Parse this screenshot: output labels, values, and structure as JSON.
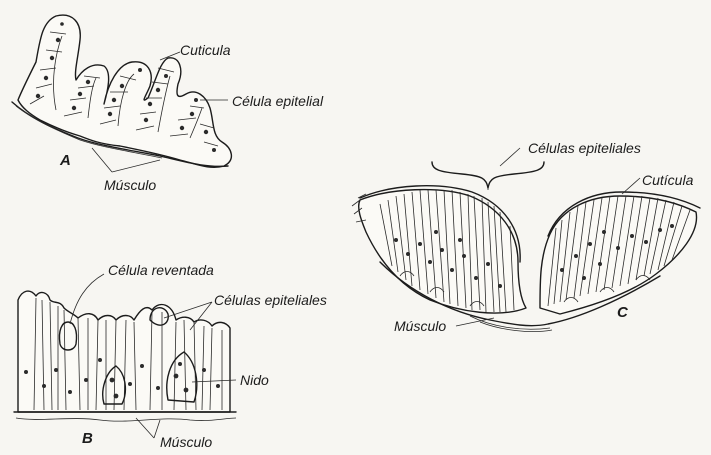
{
  "figure": {
    "panels": [
      {
        "letter": "A",
        "labels": {
          "cuticle": "Cuticula",
          "epithelial_cell": "Célula epitelial",
          "muscle": "Músculo"
        }
      },
      {
        "letter": "B",
        "labels": {
          "burst_cell": "Célula reventada",
          "epithelial_cells": "Células epiteliales",
          "nest": "Nido",
          "muscle": "Músculo"
        }
      },
      {
        "letter": "C",
        "labels": {
          "epithelial_cells": "Células epiteliales",
          "cuticle": "Cutícula",
          "muscle": "Músculo"
        }
      }
    ]
  }
}
